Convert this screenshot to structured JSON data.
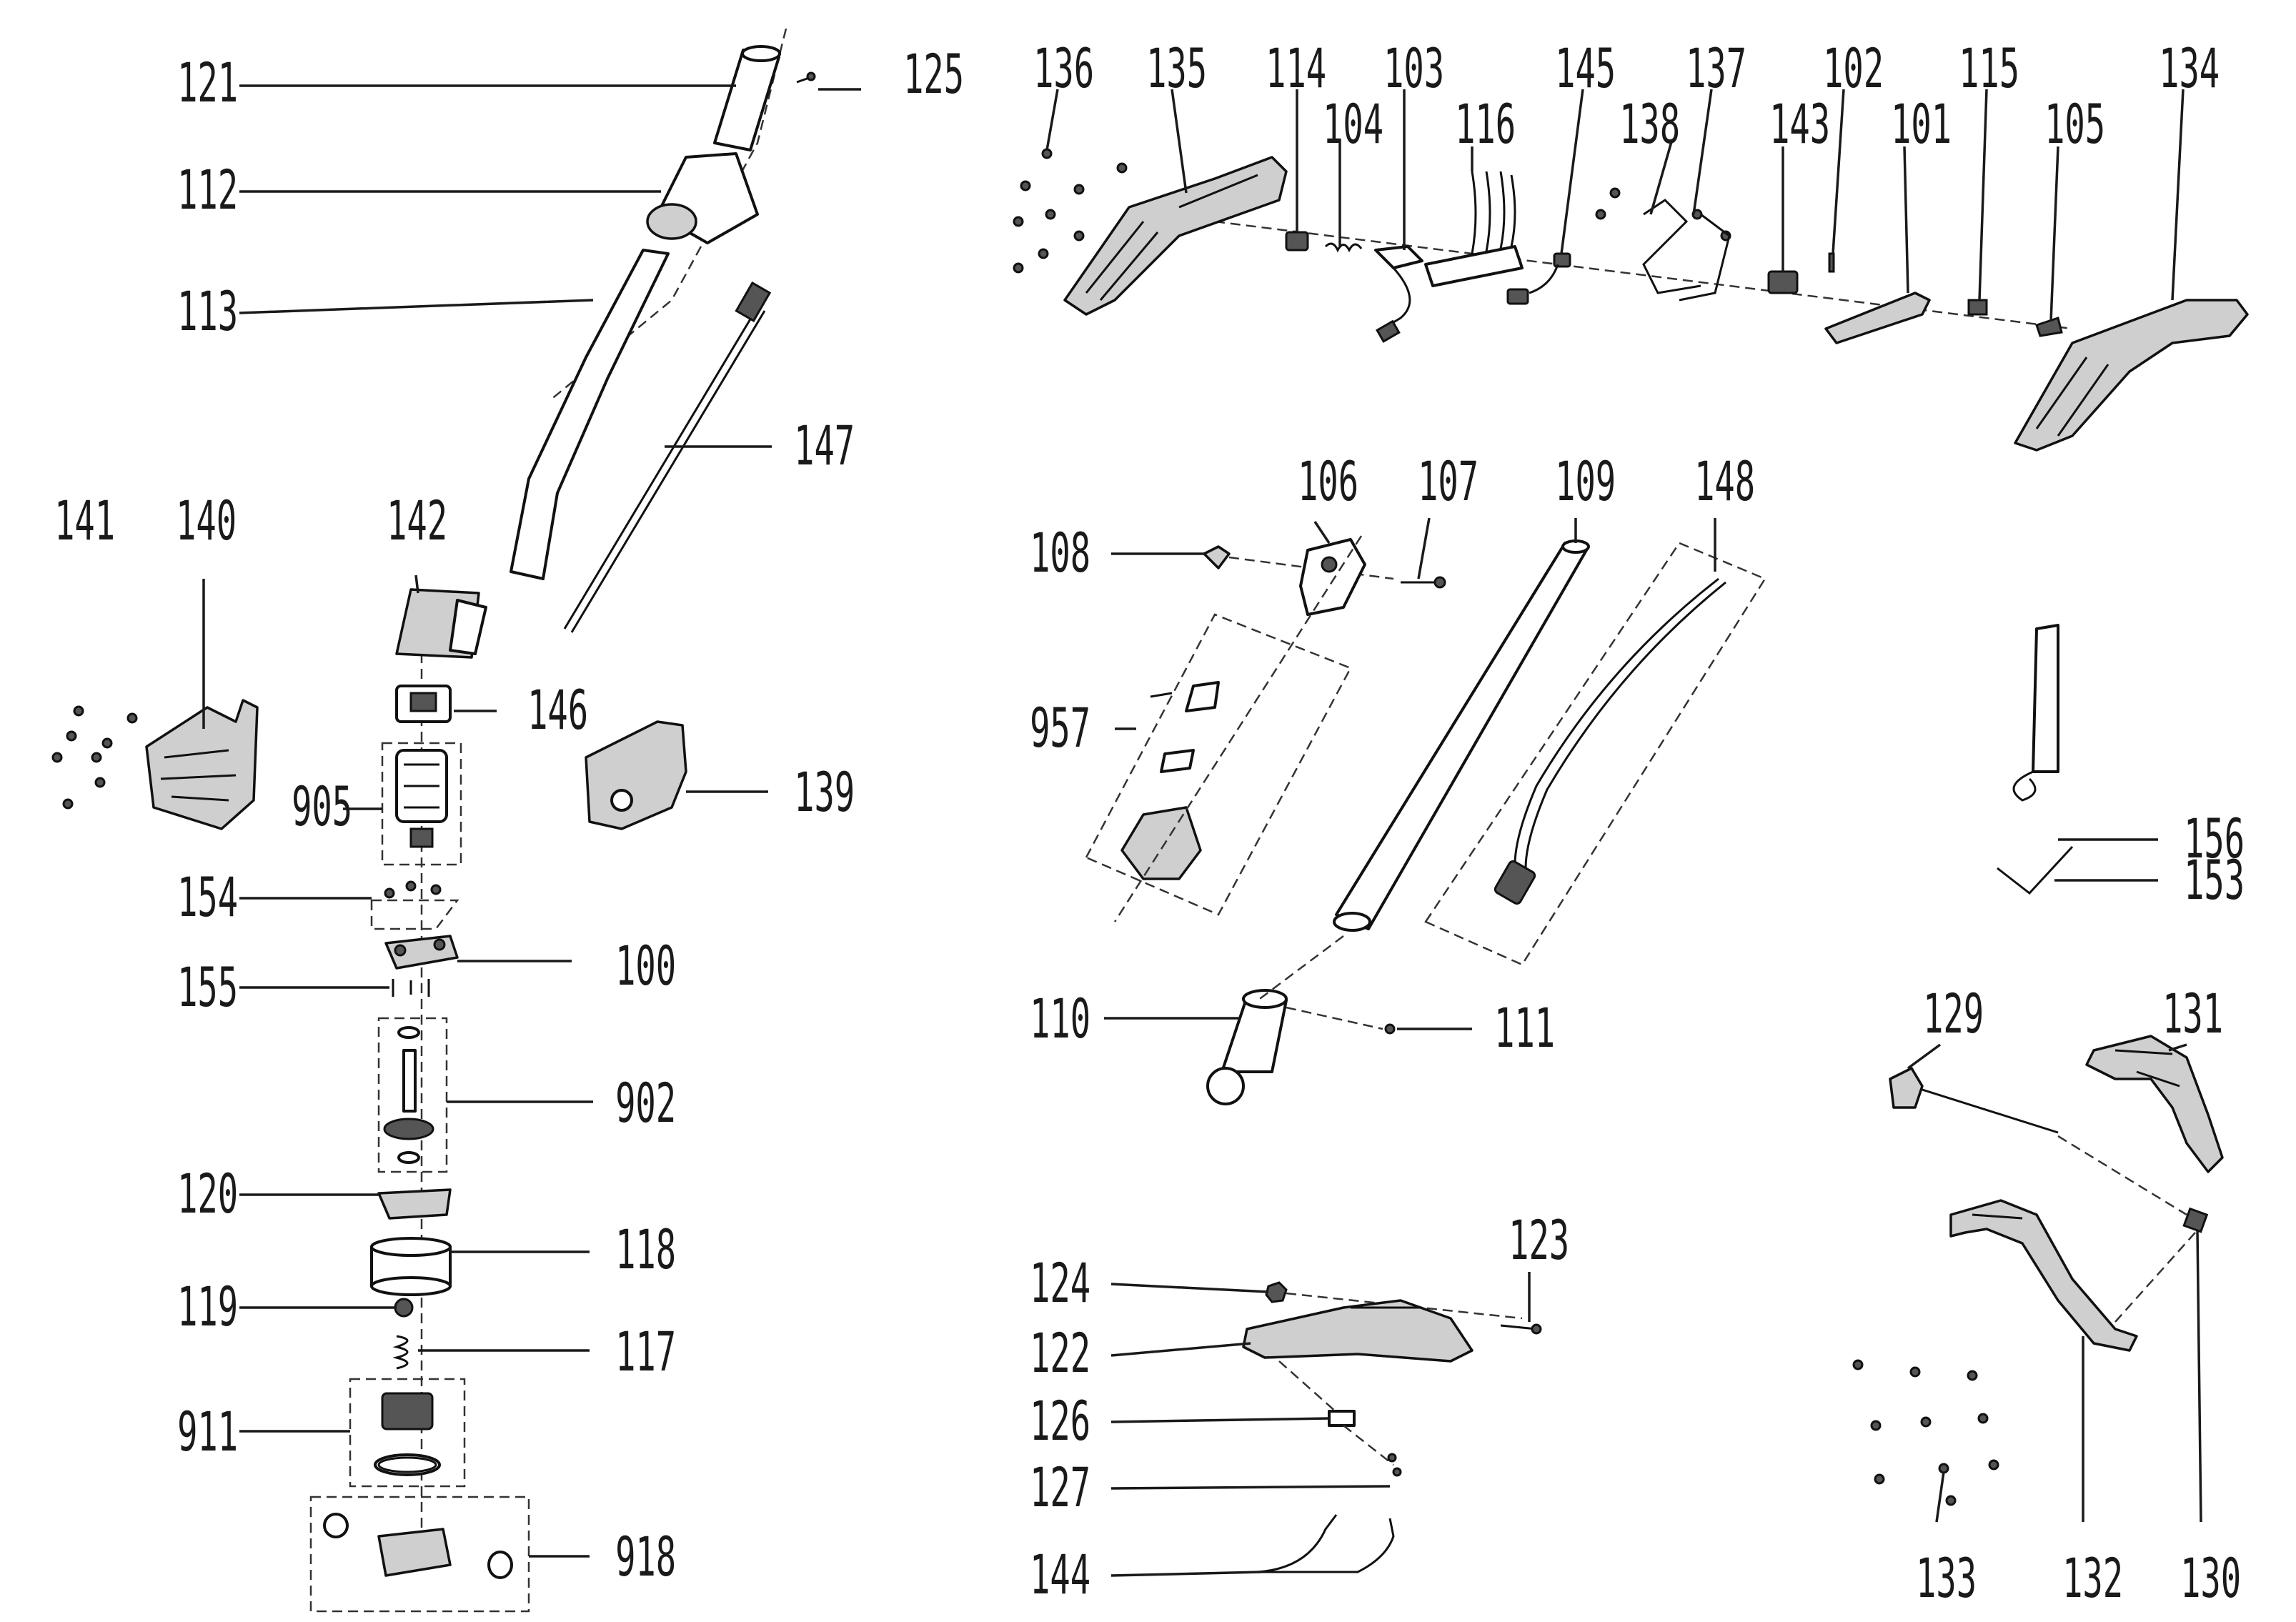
{
  "labels": {
    "l100": "100",
    "l101": "101",
    "l102": "102",
    "l103": "103",
    "l104": "104",
    "l105": "105",
    "l106": "106",
    "l107": "107",
    "l108": "108",
    "l109": "109",
    "l110": "110",
    "l111": "111",
    "l112": "112",
    "l113": "113",
    "l114": "114",
    "l115": "115",
    "l116": "116",
    "l117": "117",
    "l118": "118",
    "l119": "119",
    "l120": "120",
    "l121": "121",
    "l122": "122",
    "l123": "123",
    "l124": "124",
    "l125": "125",
    "l126": "126",
    "l127": "127",
    "l129": "129",
    "l130": "130",
    "l131": "131",
    "l132": "132",
    "l133": "133",
    "l134": "134",
    "l135": "135",
    "l136": "136",
    "l137": "137",
    "l138": "138",
    "l139": "139",
    "l140": "140",
    "l141": "141",
    "l142": "142",
    "l143": "143",
    "l144": "144",
    "l145": "145",
    "l146": "146",
    "l147": "147",
    "l148": "148",
    "l153": "153",
    "l154": "154",
    "l155": "155",
    "l156": "156",
    "l902": "902",
    "l905": "905",
    "l911": "911",
    "l918": "918",
    "l957": "957"
  },
  "colors": {
    "line": "#1a1a1a",
    "background": "#ffffff",
    "part_shade": "#cfcfcf"
  }
}
